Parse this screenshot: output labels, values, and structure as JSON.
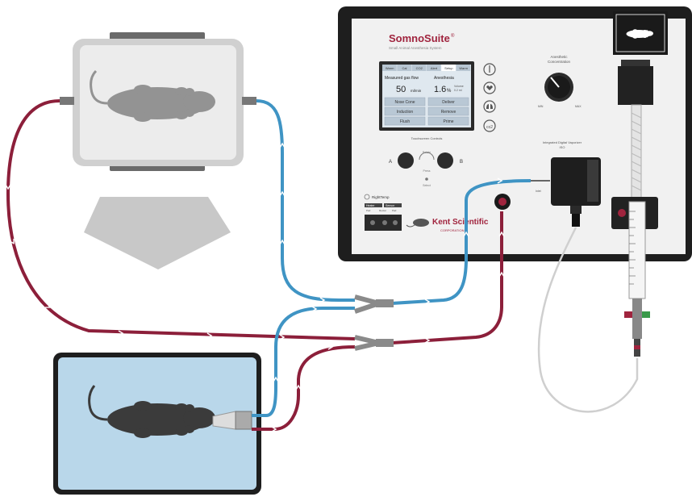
{
  "device": {
    "brand": "SomnoSuite",
    "brand_reg": "®",
    "subtitle": "Small Animal Anesthesia System"
  },
  "screen": {
    "tabs": [
      "Warm",
      "Cal",
      "CO2",
      "Alert",
      "Setup",
      "Warm"
    ],
    "active_tab_index": 4,
    "flow_label": "Measured gas flow",
    "flow_value": "50",
    "flow_unit": "ml/min",
    "anesthesia_label": "Anesthesia",
    "anesthesia_value": "1.6",
    "anesthesia_unit": "%",
    "anesthesia_sub_1": "Volume",
    "anesthesia_sub_2": "0.2 ml",
    "buttons": [
      [
        "Nose Cone",
        "Deliver"
      ],
      [
        "Induction",
        "Remove"
      ],
      [
        "Flush",
        "Prime"
      ]
    ]
  },
  "controls": {
    "encoder_label": "Touchscreen Controls",
    "a_label": "A",
    "b_label": "B",
    "rotate_label": "Rotate",
    "press_label": "Press",
    "select_label": "Select",
    "anesthetic_title_1": "Anesthetic",
    "anesthetic_title_2": "Concentration",
    "knob_min": "MIN",
    "knob_max": "MAX",
    "vaporizer_label": "Integrated Digital Vaporizer",
    "vaporizer_sub": "ISO",
    "right_temp_label": "RightTemp",
    "right_temp_cols": [
      "Heater",
      "Sensor"
    ],
    "right_temp_sub": [
      "Pad",
      "Rectal",
      "Pad"
    ],
    "kent": "Kent Scientific",
    "kent_sub": "CORPORATION",
    "port_label": "Inlet"
  },
  "colors": {
    "panel_black": "#1e1e1e",
    "panel_face": "#f1f1f1",
    "tube_blue": "#3f94c4",
    "tube_red": "#8c1f3a",
    "brand_red": "#a0243e",
    "chamber_fill": "#b9d7ea",
    "chamber_grey": "#ececec",
    "arrow_grey": "#c8c8c8",
    "mouse": "#3b3b3b"
  },
  "icons": [
    "induction-chamber-icon",
    "mouse-icon",
    "down-arrow-icon",
    "nose-cone-icon",
    "y-connector-icon",
    "syringe-icon",
    "vaporizer-icon",
    "knob-icon",
    "logo-mouse-icon",
    "stopcock-icon",
    "warming-pad-icon"
  ]
}
